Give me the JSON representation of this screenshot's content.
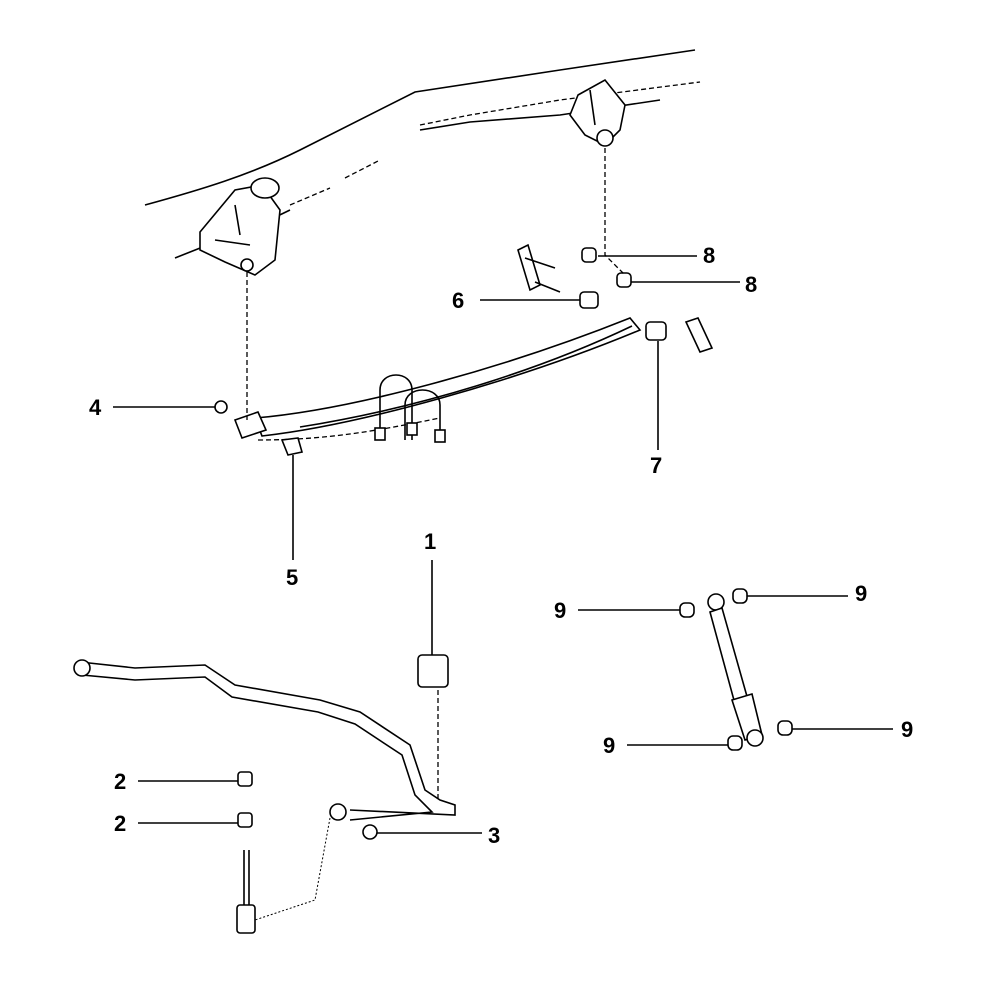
{
  "diagram": {
    "callouts": [
      {
        "id": "1",
        "label": "1"
      },
      {
        "id": "2a",
        "label": "2"
      },
      {
        "id": "2b",
        "label": "2"
      },
      {
        "id": "3",
        "label": "3"
      },
      {
        "id": "4",
        "label": "4"
      },
      {
        "id": "5",
        "label": "5"
      },
      {
        "id": "6",
        "label": "6"
      },
      {
        "id": "7",
        "label": "7"
      },
      {
        "id": "8a",
        "label": "8"
      },
      {
        "id": "8b",
        "label": "8"
      },
      {
        "id": "9a",
        "label": "9"
      },
      {
        "id": "9b",
        "label": "9"
      },
      {
        "id": "9c",
        "label": "9"
      },
      {
        "id": "9d",
        "label": "9"
      }
    ]
  }
}
